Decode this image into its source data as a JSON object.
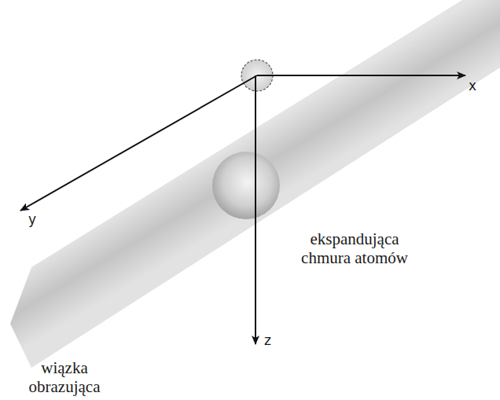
{
  "diagram": {
    "labels": [
      "x",
      "y",
      "z",
      "ekspandująca chmura atomów",
      "wiązka obrazująca"
    ]
  }
}
